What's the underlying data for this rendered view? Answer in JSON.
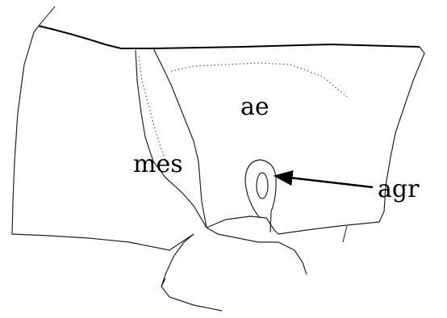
{
  "labels": {
    "ae": "ae",
    "mes": "mes",
    "agr": "agr"
  },
  "colors": {
    "line": "#1a1a1a",
    "dotted": "#555555",
    "background": "#ffffff"
  }
}
